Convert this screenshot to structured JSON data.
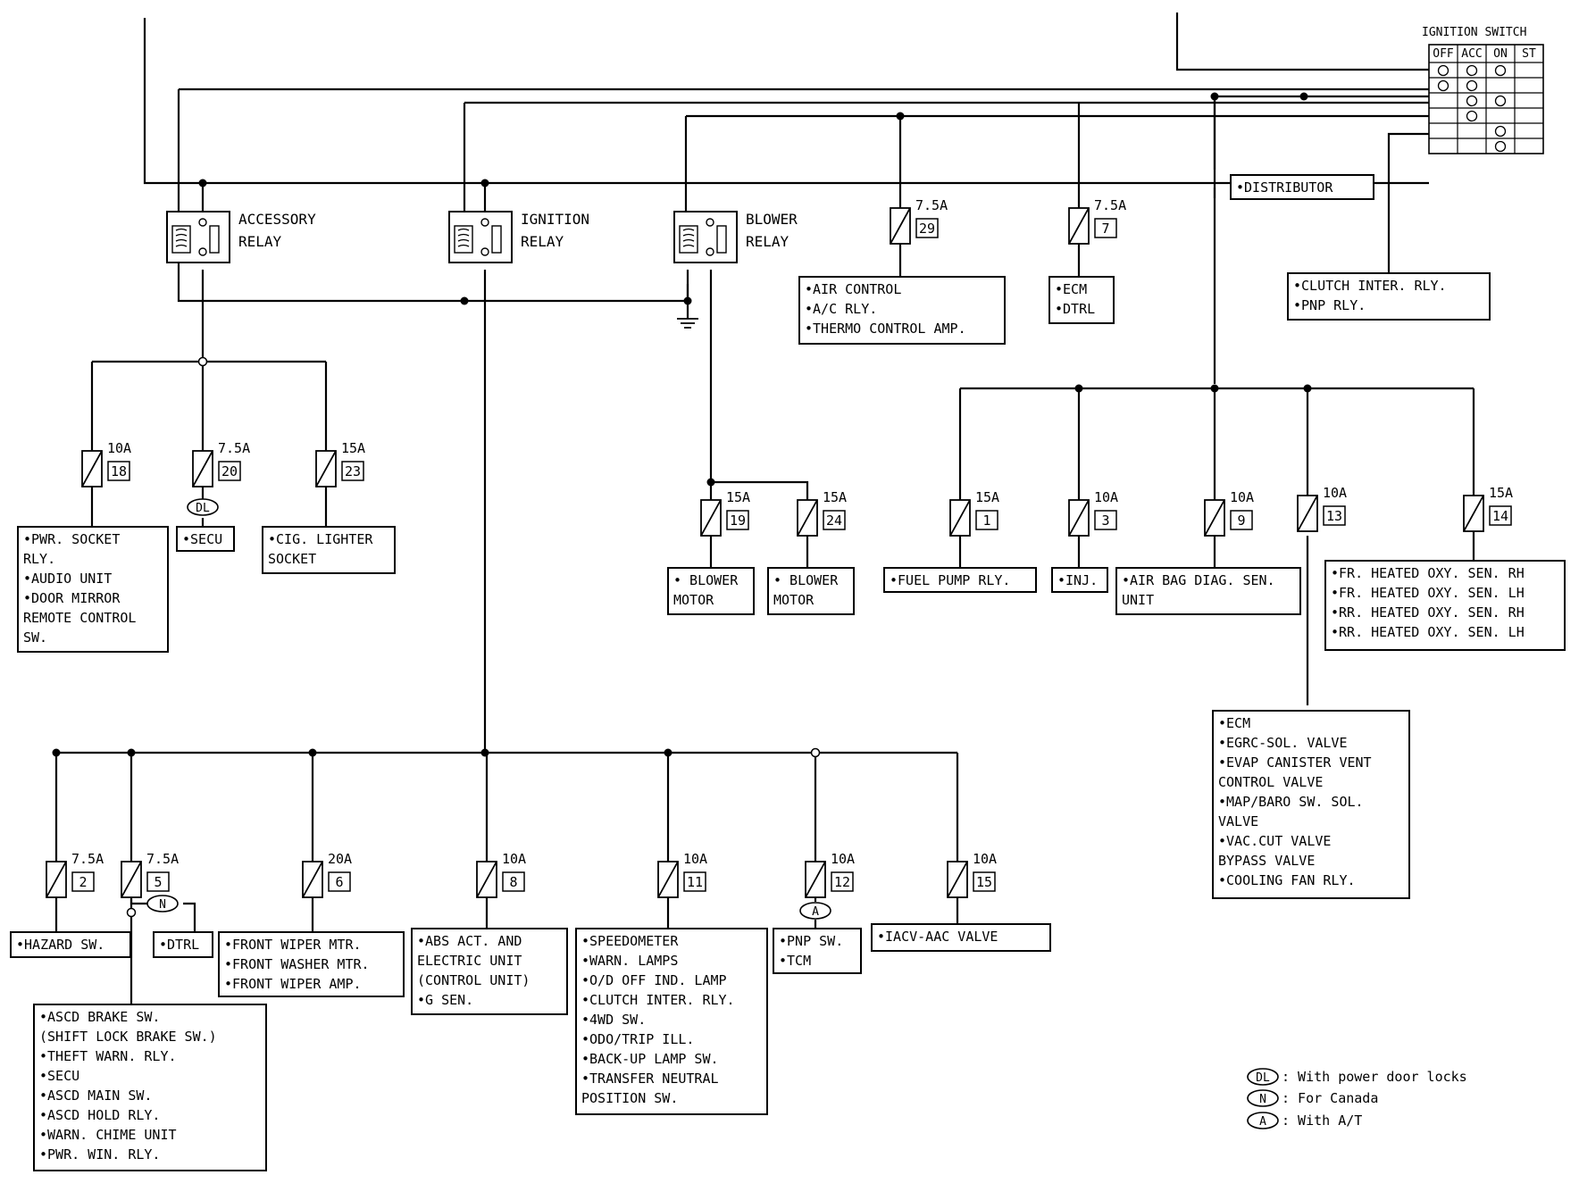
{
  "ignition_switch": {
    "title": "IGNITION SWITCH",
    "positions": [
      "OFF",
      "ACC",
      "ON",
      "ST"
    ]
  },
  "relays": [
    {
      "id": "accessory",
      "line1": "ACCESSORY",
      "line2": "RELAY"
    },
    {
      "id": "ignition",
      "line1": "IGNITION",
      "line2": "RELAY"
    },
    {
      "id": "blower",
      "line1": "BLOWER",
      "line2": "RELAY"
    }
  ],
  "fuses": [
    {
      "amp": "10A",
      "num": "18"
    },
    {
      "amp": "7.5A",
      "num": "20"
    },
    {
      "amp": "15A",
      "num": "23"
    },
    {
      "amp": "15A",
      "num": "19"
    },
    {
      "amp": "15A",
      "num": "24"
    },
    {
      "amp": "7.5A",
      "num": "29"
    },
    {
      "amp": "7.5A",
      "num": "7"
    },
    {
      "amp": "15A",
      "num": "1"
    },
    {
      "amp": "10A",
      "num": "3"
    },
    {
      "amp": "10A",
      "num": "9"
    },
    {
      "amp": "10A",
      "num": "13"
    },
    {
      "amp": "15A",
      "num": "14"
    },
    {
      "amp": "7.5A",
      "num": "2"
    },
    {
      "amp": "7.5A",
      "num": "5"
    },
    {
      "amp": "20A",
      "num": "6"
    },
    {
      "amp": "10A",
      "num": "8"
    },
    {
      "amp": "10A",
      "num": "11"
    },
    {
      "amp": "10A",
      "num": "12"
    },
    {
      "amp": "10A",
      "num": "15"
    }
  ],
  "loads": [
    {
      "id": "pwr-socket",
      "lines": [
        "•PWR. SOCKET",
        " RLY.",
        "•AUDIO UNIT",
        "•DOOR MIRROR",
        " REMOTE CONTROL",
        " SW."
      ]
    },
    {
      "id": "secu-top",
      "lines": [
        "•SECU"
      ]
    },
    {
      "id": "cig-lighter",
      "lines": [
        "•CIG. LIGHTER",
        " SOCKET"
      ]
    },
    {
      "id": "blower-motor-1",
      "lines": [
        "• BLOWER",
        " MOTOR"
      ]
    },
    {
      "id": "blower-motor-2",
      "lines": [
        "• BLOWER",
        " MOTOR"
      ]
    },
    {
      "id": "air-control",
      "lines": [
        "•AIR CONTROL",
        "•A/C RLY.",
        "•THERMO CONTROL AMP."
      ]
    },
    {
      "id": "ecm-dtrl",
      "lines": [
        "•ECM",
        "•DTRL"
      ]
    },
    {
      "id": "distributor",
      "lines": [
        "•DISTRIBUTOR"
      ]
    },
    {
      "id": "clutch-inter",
      "lines": [
        "•CLUTCH INTER. RLY.",
        "•PNP RLY."
      ]
    },
    {
      "id": "fuel-pump",
      "lines": [
        "•FUEL PUMP RLY."
      ]
    },
    {
      "id": "inj",
      "lines": [
        "•INJ."
      ]
    },
    {
      "id": "air-bag",
      "lines": [
        "•AIR BAG DIAG. SEN.",
        " UNIT"
      ]
    },
    {
      "id": "heated-oxy",
      "lines": [
        "•FR. HEATED OXY. SEN. RH",
        "•FR. HEATED OXY. SEN. LH",
        "•RR. HEATED OXY. SEN. RH",
        "•RR. HEATED OXY. SEN. LH"
      ]
    },
    {
      "id": "ecm-group",
      "lines": [
        "•ECM",
        "•EGRC-SOL. VALVE",
        "•EVAP CANISTER VENT",
        " CONTROL VALVE",
        "•MAP/BARO SW. SOL.",
        " VALVE",
        "•VAC.CUT VALVE",
        " BYPASS VALVE",
        "•COOLING FAN RLY."
      ]
    },
    {
      "id": "hazard",
      "lines": [
        "•HAZARD SW."
      ]
    },
    {
      "id": "dtrl-bottom",
      "lines": [
        "•DTRL"
      ]
    },
    {
      "id": "ascd",
      "lines": [
        "•ASCD BRAKE SW.",
        " (SHIFT LOCK BRAKE SW.)",
        "•THEFT WARN. RLY.",
        "•SECU",
        "•ASCD MAIN SW.",
        "•ASCD HOLD RLY.",
        "•WARN. CHIME UNIT",
        "•PWR. WIN. RLY."
      ]
    },
    {
      "id": "front-wiper",
      "lines": [
        "•FRONT WIPER MTR.",
        "•FRONT WASHER MTR.",
        "•FRONT WIPER AMP."
      ]
    },
    {
      "id": "abs",
      "lines": [
        "•ABS ACT. AND",
        " ELECTRIC UNIT",
        " (CONTROL UNIT)",
        "•G SEN."
      ]
    },
    {
      "id": "speedometer",
      "lines": [
        "•SPEEDOMETER",
        "•WARN. LAMPS",
        "•O/D OFF IND. LAMP",
        "•CLUTCH INTER. RLY.",
        "•4WD SW.",
        "•ODO/TRIP ILL.",
        "•BACK-UP LAMP SW.",
        "•TRANSFER NEUTRAL",
        " POSITION SW."
      ]
    },
    {
      "id": "pnp-tcm",
      "lines": [
        "•PNP SW.",
        "•TCM"
      ]
    },
    {
      "id": "iacv",
      "lines": [
        "•IACV-AAC VALVE"
      ]
    }
  ],
  "conditions": [
    {
      "code": "DL",
      "text": ": With power door locks"
    },
    {
      "code": "N",
      "text": ": For Canada"
    },
    {
      "code": "A",
      "text": ": With A/T"
    }
  ]
}
